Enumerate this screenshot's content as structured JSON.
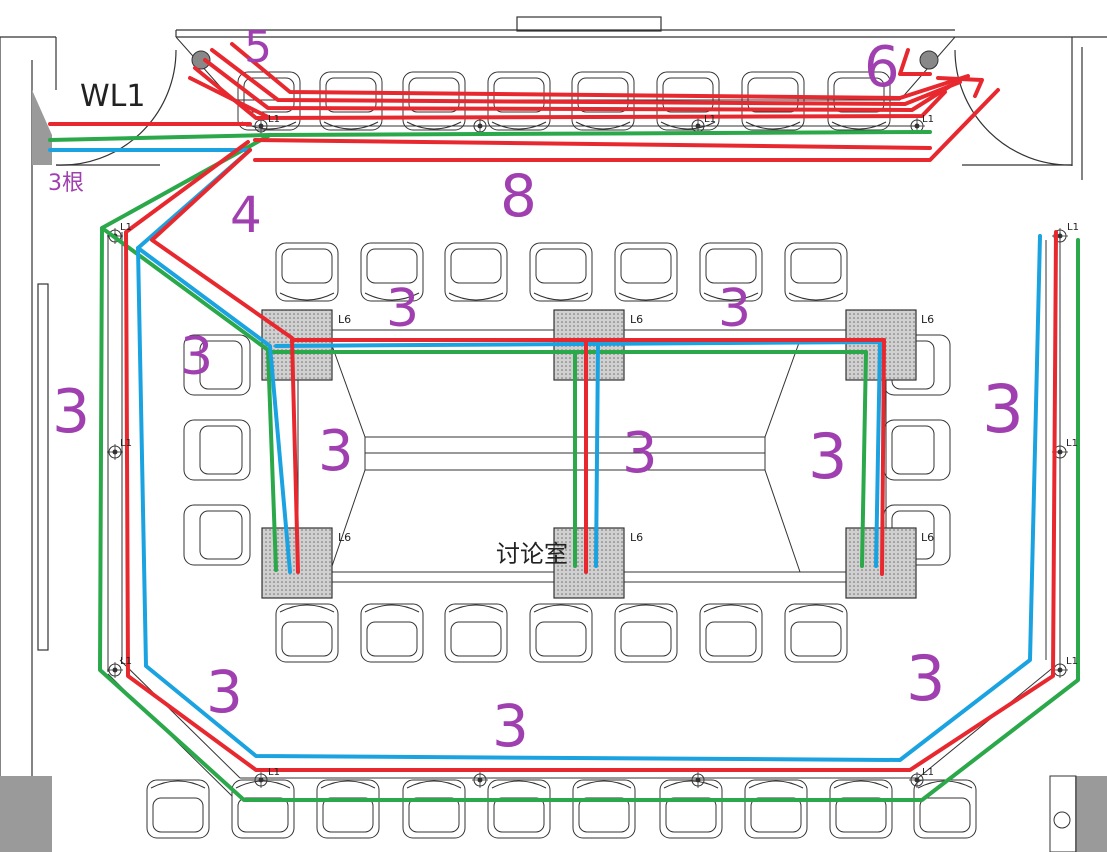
{
  "room": {
    "panel_label": "WL1",
    "room_name": "讨论室",
    "box_label": "L6",
    "light_label": "L1"
  },
  "annotations": {
    "cable_count_label": "3根",
    "numbers": [
      "5",
      "6",
      "8",
      "4",
      "3",
      "3",
      "3",
      "3",
      "3",
      "3",
      "3",
      "3",
      "3",
      "3",
      "3",
      "3"
    ]
  },
  "colors": {
    "red": "#e8282f",
    "green": "#2aa84a",
    "blue": "#1aa3e0",
    "annotation": "#a040b0",
    "box_fill": "#bdbdbd"
  }
}
